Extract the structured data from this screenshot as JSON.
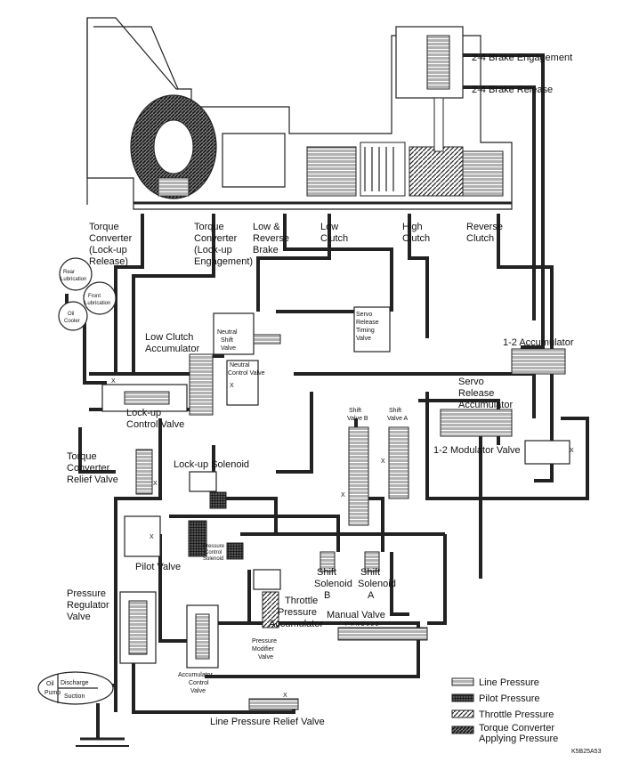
{
  "labels": {
    "brake_24_engagement": "2-4 Brake Engagement",
    "brake_24_release": "2-4 Brake Release",
    "torque_converter_release": [
      "Torque",
      "Converter",
      "(Lock-up",
      "Release)"
    ],
    "torque_converter_engagement": [
      "Torque",
      "Converter",
      "(Lock-up",
      "Engagement)"
    ],
    "low_reverse_brake": [
      "Low &",
      "Reverse",
      "Brake"
    ],
    "low_clutch": [
      "Low",
      "Clutch"
    ],
    "high_clutch": [
      "High",
      "Clutch"
    ],
    "reverse_clutch": [
      "Reverse",
      "Clutch"
    ],
    "rear_lubrication": [
      "Rear",
      "Lubrication"
    ],
    "front_lubrication": [
      "Front",
      "Lubrication"
    ],
    "oil_cooler": [
      "Oil",
      "Cooler"
    ],
    "low_clutch_accumulator": [
      "Low Clutch",
      "Accumulator"
    ],
    "neutral_shift_valve": [
      "Neutral",
      "Shift",
      "Valve"
    ],
    "neutral_control_valve": [
      "Neutral",
      "Control Valve"
    ],
    "servo_release_timing_valve": [
      "Servo",
      "Release",
      "Timing",
      "Valve"
    ],
    "accumulator_12": "1-2 Accumulator",
    "servo_release_accumulator": [
      "Servo",
      "Release",
      "Accumulator"
    ],
    "lockup_control_valve": [
      "Lock-up",
      "Control Valve"
    ],
    "shift_valve_b": [
      "Shift",
      "Valve B"
    ],
    "shift_valve_a": [
      "Shift",
      "Valve A"
    ],
    "modulator_valve_12": "1-2 Modulator Valve",
    "torque_converter_relief_valve": [
      "Torque",
      "Converter",
      "Relief Valve"
    ],
    "lockup_solenoid": "Lock-up Solenoid",
    "pressure_control_solenoid": [
      "Pressure",
      "Control",
      "Solenoid"
    ],
    "pilot_valve": "Pilot Valve",
    "shift_solenoid_b": [
      "Shift",
      "Solenoid",
      "B"
    ],
    "shift_solenoid_a": [
      "Shift",
      "Solenoid",
      "A"
    ],
    "pressure_regulator_valve": [
      "Pressure",
      "Regulator",
      "Valve"
    ],
    "throttle_pressure_accumulator": [
      "Throttle",
      "Pressure",
      "Accumulator"
    ],
    "manual_valve": "Manual Valve",
    "manual_positions": "P R N D 3 2 1",
    "pressure_modifier_valve": [
      "Pressure",
      "Modifier",
      "Valve"
    ],
    "accumulator_control_valve": [
      "Accumulator",
      "Control",
      "Valve"
    ],
    "oil_pump": [
      "Oil",
      "Pump"
    ],
    "discharge": "Discharge",
    "suction": "Suction",
    "line_pressure_relief_valve": "Line Pressure Relief Valve",
    "exhaust_mark": "X",
    "figure_code": "K5B25A53"
  },
  "legend": [
    {
      "label": [
        "Line Pressure"
      ],
      "pattern": "line"
    },
    {
      "label": [
        "Pilot Pressure"
      ],
      "pattern": "pilot"
    },
    {
      "label": [
        "Throttle Pressure"
      ],
      "pattern": "throttle"
    },
    {
      "label": [
        "Torque Converter",
        "Applying Pressure"
      ],
      "pattern": "converter"
    }
  ]
}
